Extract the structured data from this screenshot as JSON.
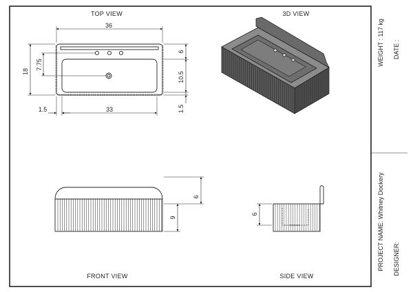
{
  "views": {
    "top": "TOP VIEW",
    "iso": "3D VIEW",
    "front": "FRONT VIEW",
    "side": "SIDE VIEW"
  },
  "dimensions": {
    "width": "36",
    "inner_length": "33",
    "depth": "18",
    "tap_offset": "7.75",
    "edge": "1.5",
    "edge_right": "1.5",
    "back_height": "6",
    "basin_depth": "10.5",
    "front_upper": "6",
    "front_lower": "9",
    "side_height": "6"
  },
  "title_block": {
    "weight": "WEIGHT : 117 kg",
    "date": "DATE :",
    "project": "PROJECT NAME: Whitney Dockery",
    "designer": "DESIGNER:"
  },
  "colors": {
    "line": "#222222",
    "iso_side": "#5a5a5a",
    "iso_top": "#8c8c8c",
    "iso_inner": "#6e6e6e"
  }
}
